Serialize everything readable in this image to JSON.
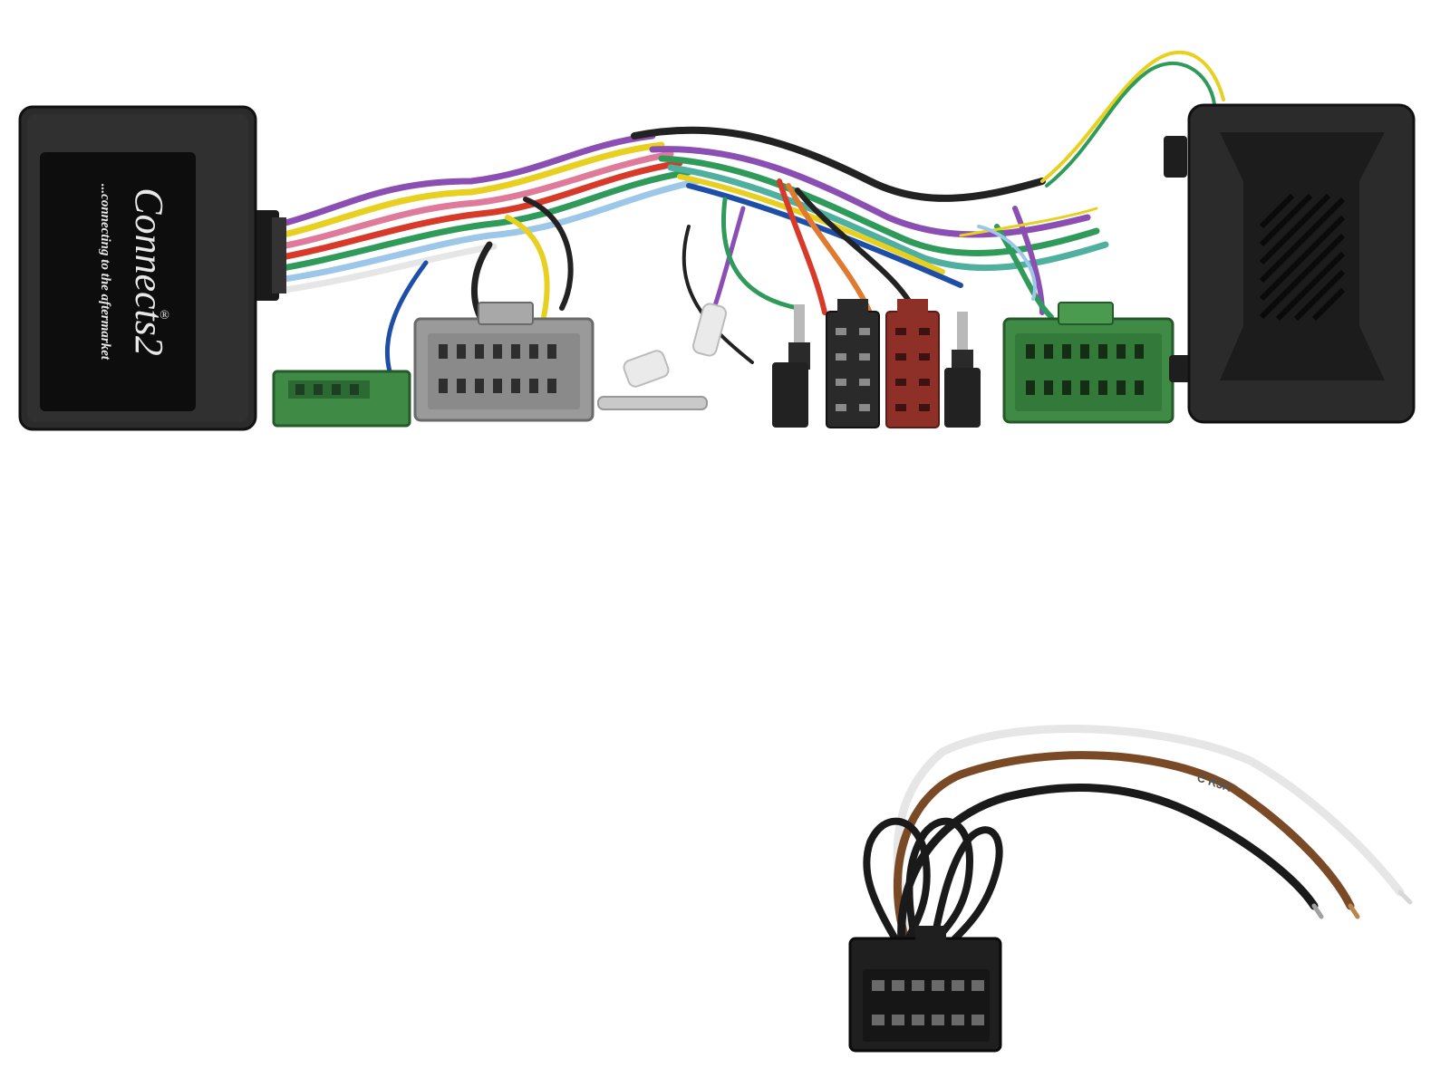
{
  "product": {
    "brand_logo": "Connects2",
    "brand_tagline": "...connecting to the aftermarket",
    "trademark": "®",
    "lead_print": "C R3K"
  },
  "colors": {
    "case": "#2b2b2b",
    "case_edge": "#111111",
    "connector_green": "#3f8a45",
    "connector_grey": "#9a9a9a",
    "iso_black": "#2a2a2a",
    "iso_red": "#8e2f28",
    "background": "#ffffff"
  },
  "icons": [
    "control-box",
    "speaker-grille-box",
    "multi-pin-connector",
    "iso-connector",
    "jack-plug",
    "wire-harness",
    "patch-lead"
  ]
}
